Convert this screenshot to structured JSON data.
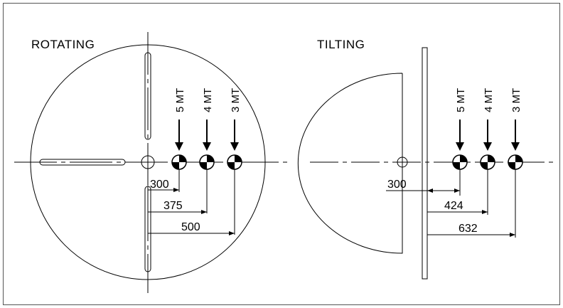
{
  "rotating": {
    "title": "ROTATING",
    "positions": [
      {
        "label": "5 MT",
        "dimension": "300"
      },
      {
        "label": "4 MT",
        "dimension": "375"
      },
      {
        "label": "3 MT",
        "dimension": "500"
      }
    ]
  },
  "tilting": {
    "title": "TILTING",
    "positions": [
      {
        "label": "5 MT",
        "dimension": "424"
      },
      {
        "label": "4 MT",
        "dimension": ""
      },
      {
        "label": "3 MT",
        "dimension": "632"
      }
    ],
    "offset_dimension": "300"
  },
  "colors": {
    "line": "#000000",
    "background": "#ffffff",
    "frame": "#555555"
  }
}
